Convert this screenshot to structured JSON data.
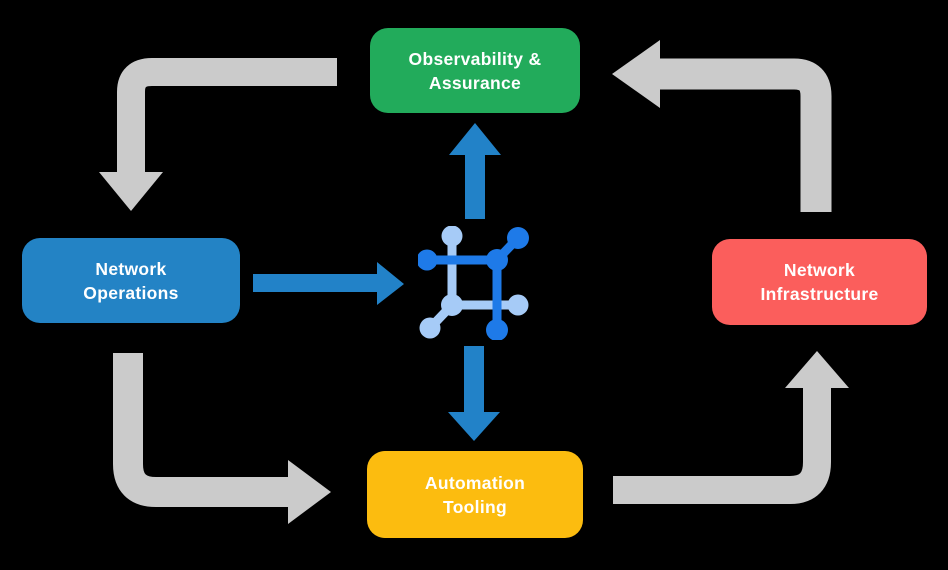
{
  "colors": {
    "green": "#22AB5B",
    "blue": "#2383C5",
    "red": "#FB5E5C",
    "yellow": "#FCBC0F",
    "gray_arrow": "#CBCBCB",
    "blue_arrow": "#2282C8",
    "icon_dark_blue": "#1E7AE8",
    "icon_light_blue": "#A6CBF7",
    "label_text": "#FFFFFF",
    "background": "#000000"
  },
  "nodes": {
    "observability": {
      "label": "Observability &\nAssurance",
      "color": "#22AB5B"
    },
    "operations": {
      "label": "Network\nOperations",
      "color": "#2383C5"
    },
    "infrastructure": {
      "label": "Network\nInfrastructure",
      "color": "#FB5E5C"
    },
    "tooling": {
      "label": "Automation\nTooling",
      "color": "#FCBC0F"
    }
  },
  "center_icon": "network-automation-icon"
}
